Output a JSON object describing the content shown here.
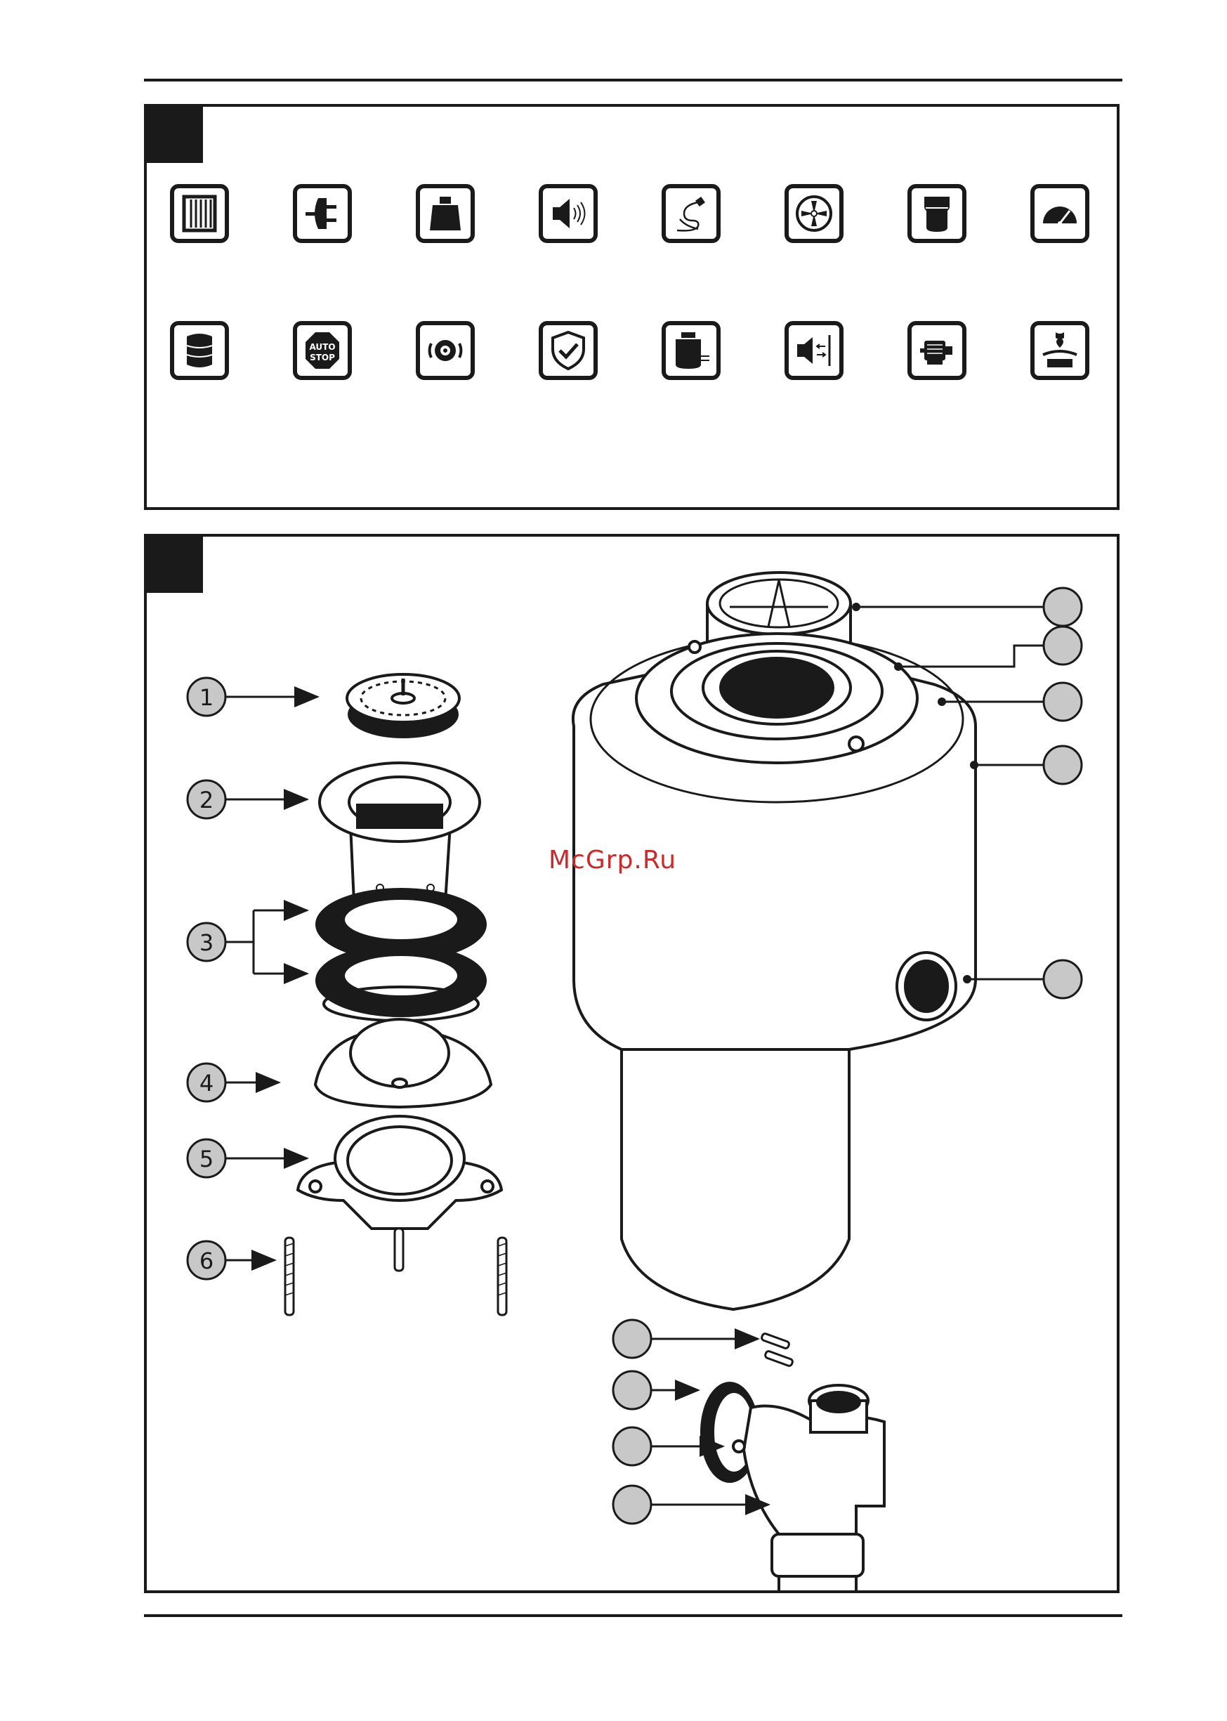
{
  "panel_a": {
    "icons_row1": [
      "filter-grid-icon",
      "plug-icon",
      "weight-icon",
      "speaker-sound-icon",
      "power-cord-icon",
      "fan-blade-icon",
      "container-icon",
      "gauge-icon"
    ],
    "icons_row2": [
      "barrel-icon",
      "auto-stop-icon",
      "rotation-gear-icon",
      "shield-check-icon",
      "waste-tank-icon",
      "speaker-distance-icon",
      "motor-icon",
      "food-waste-icon"
    ],
    "auto_stop_line1": "AUTO",
    "auto_stop_line2": "STOP"
  },
  "panel_b": {
    "callouts_left": [
      "1",
      "2",
      "3",
      "4",
      "5",
      "6"
    ],
    "watermark": "McGrp.Ru"
  },
  "colors": {
    "ink": "#1a1a1a",
    "callout_fill": "#c8c8c8",
    "watermark": "#cc2a2a"
  }
}
